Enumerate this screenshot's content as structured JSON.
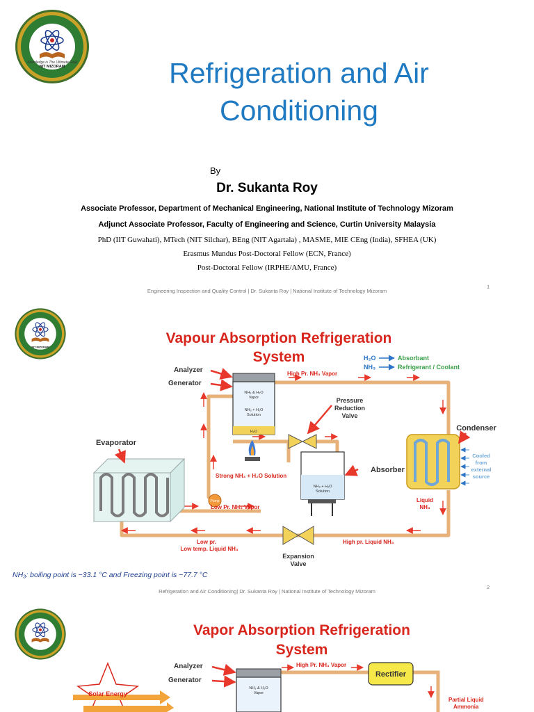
{
  "slide1": {
    "logo": {
      "top_text": "राष्ट्रीय प्रौद्योगिकी संस्थान",
      "ring_text": "NATIONAL INSTITUTE OF TECHNOLOGY",
      "motto": "Knowledge is The Ultimate Goal",
      "name": "NIT MIZORAM"
    },
    "title_line1": "Refrigeration and Air",
    "title_line2": "Conditioning",
    "by": "By",
    "author": "Dr. Sukanta Roy",
    "affil1": "Associate Professor, Department of Mechanical Engineering, National Institute of Technology Mizoram",
    "affil2": "Adjunct Associate Professor, Faculty of Engineering and Science, Curtin University Malaysia",
    "degrees": "PhD (IIT Guwahati), MTech (NIT Silchar), BEng (NIT Agartala) , MASME, MIE CEng (India), SFHEA (UK)",
    "postdoc1": "Erasmus Mundus Post-Doctoral Fellow (ECN, France)",
    "postdoc2": "Post-Doctoral Fellow (IRPHE/AMU, France)",
    "footer": "Engineering Inspection and Quality Control | Dr. Sukanta Roy | National Institute of Technology Mizoram",
    "page_number": "1"
  },
  "slide2": {
    "title_line1": "Vapour Absorption Refrigeration",
    "title_line2": "System",
    "legend": [
      {
        "chem": "H₂O",
        "role": "Absorbant"
      },
      {
        "chem": "NH₃",
        "role": "Refrigerant / Coolant"
      }
    ],
    "labels": {
      "analyzer": "Analyzer",
      "generator": "Generator",
      "high_pr_vapor": "High Pr. NH₃ Vapor",
      "tank_top": "NH₃ & H₂O",
      "tank_top2": "Vapor",
      "tank_mid": "NH₃ + H₂O",
      "tank_mid2": "Solution",
      "tank_bottom": "H₂O",
      "pressure_reduction": "Pressure",
      "pressure_reduction2": "Reduction",
      "pressure_reduction3": "Valve",
      "condenser": "Condenser",
      "evaporator": "Evaporator",
      "absorber": "Absorber",
      "cooled1": "Cooled",
      "cooled2": "from",
      "cooled3": "external",
      "cooled4": "source",
      "strong_solution": "Strong NH₃ + H₂O Solution",
      "pump": "Pump",
      "absorber_tank1": "NH₃ + H₂O",
      "absorber_tank2": "Solution",
      "low_pr_vapor": "Low Pr. NH₃ Vapor",
      "liquid_nh3_1": "Liquid",
      "liquid_nh3_2": "NH₃",
      "low_pr_1": "Low pr.",
      "low_pr_2": "Low temp. Liquid NH₃",
      "expansion1": "Expansion",
      "expansion2": "Valve",
      "high_pr_liquid": "High pr. Liquid NH₃"
    },
    "note": "NH₃: boiling point is −33.1 °C and Freezing point is −77.7 °C",
    "footer": "Refrigeration and Air Conditioning| Dr. Sukanta Roy | National Institute of Technology Mizoram",
    "page_number": "2"
  },
  "slide3": {
    "title_line1": "Vapor Absorption Refrigeration",
    "title_line2": "System",
    "labels": {
      "analyzer": "Analyzer",
      "generator": "Generator",
      "high_pr_vapor": "High Pr. NH₃ Vapor",
      "rectifier": "Rectifier",
      "solar": "Solar Energy",
      "tank_top": "NH₃ & H₂O",
      "tank_top2": "Vapor",
      "partial1": "Partial Liquid",
      "partial2": "Ammonia"
    }
  },
  "colors": {
    "title_blue": "#1f7ac2",
    "diagram_red": "#d9261c",
    "pipe": "#e7b27a",
    "arrow_red": "#e8382b",
    "condenser_fill": "#f3d25a",
    "rectifier_fill": "#f7e84a",
    "legend_blue": "#2b74c7",
    "legend_green": "#3aa04a",
    "note_blue": "#1f3f8f"
  }
}
